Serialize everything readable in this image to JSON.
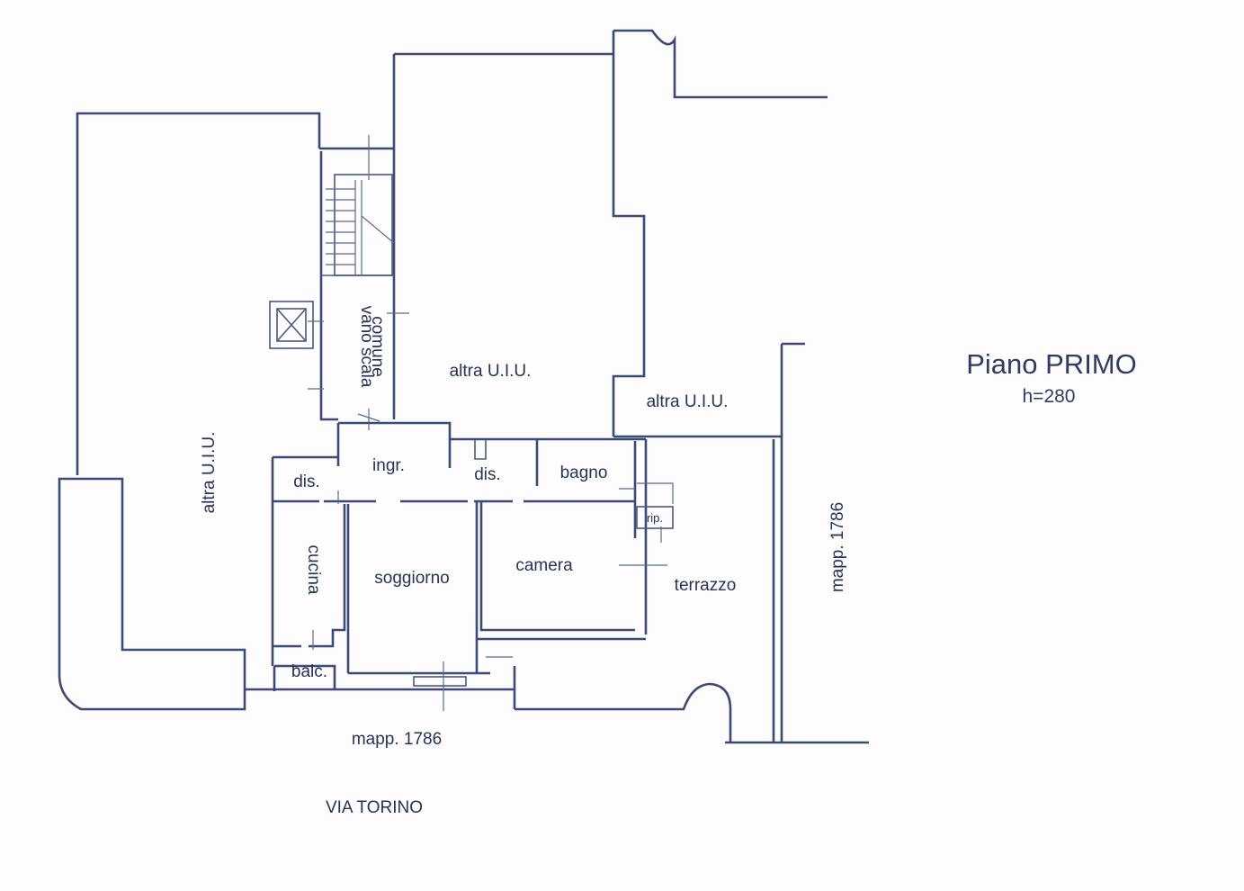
{
  "plan": {
    "title": "Piano PRIMO",
    "height_label": "h=280",
    "street": "VIA TORINO",
    "rooms": {
      "altra_uiu_left": "altra U.I.U.",
      "altra_uiu_center": "altra U.I.U.",
      "altra_uiu_right": "altra U.I.U.",
      "vano_scala_line1": "vano scala",
      "vano_scala_line2": "comune",
      "ingr": "ingr.",
      "dis_left": "dis.",
      "dis_right": "dis.",
      "bagno": "bagno",
      "rip": "rip.",
      "cucina": "cucina",
      "soggiorno": "soggiorno",
      "camera": "camera",
      "terrazzo": "terrazzo",
      "balc": "balc."
    },
    "parcels": {
      "bottom": "mapp. 1786",
      "right": "mapp. 1786"
    }
  },
  "colors": {
    "line": "#3b4a78",
    "text": "#27335e"
  }
}
